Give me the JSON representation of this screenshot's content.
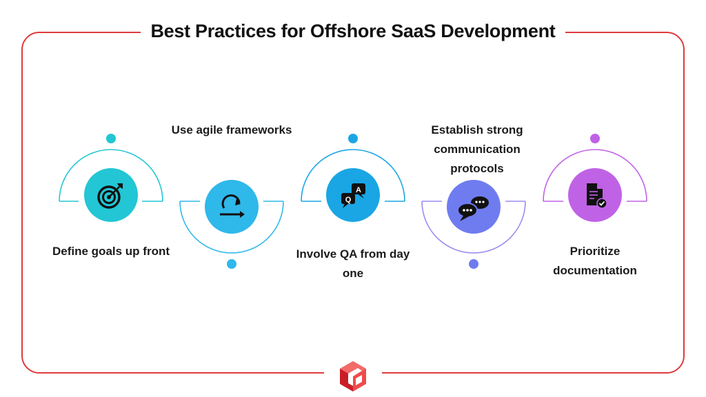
{
  "title": "Best Practices for Offshore SaaS Development",
  "colors": {
    "frame": "#e03a3c",
    "step1": "#22c6d4",
    "step2": "#2fb8ea",
    "step3": "#1aa6e4",
    "step4": "#6f7cf0",
    "step5": "#c062e6",
    "logo_dark": "#c81e26",
    "logo_light": "#ef4b4b"
  },
  "steps": [
    {
      "label": "Define goals up front",
      "icon": "target-icon",
      "color": "#22c6d4"
    },
    {
      "label": "Use agile frameworks",
      "icon": "agile-cycle-icon",
      "color": "#2fb8ea"
    },
    {
      "label": "Involve QA from day one",
      "icon": "qa-chat-icon",
      "color": "#1aa6e4"
    },
    {
      "label": "Establish strong communication protocols",
      "icon": "chat-bubbles-icon",
      "color": "#6f7cf0"
    },
    {
      "label": "Prioritize documentation",
      "icon": "document-check-icon",
      "color": "#c062e6"
    }
  ],
  "logo": {
    "icon": "cube-logo-icon"
  }
}
